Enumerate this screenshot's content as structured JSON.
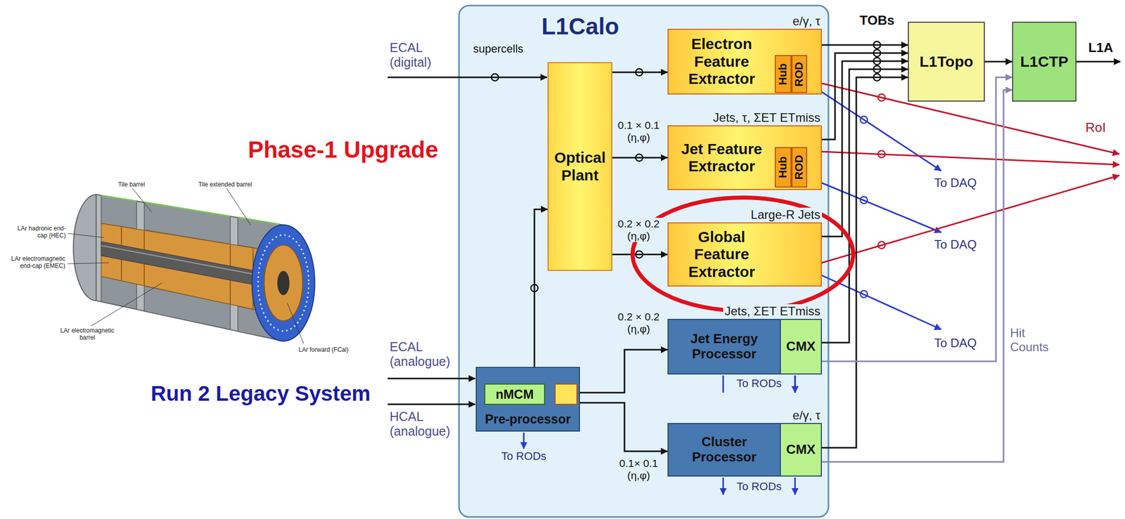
{
  "diagram": {
    "nodes": [
      {
        "text": [
          "L1Calo"
        ]
      },
      {
        "text": [
          "Optical Plant"
        ],
        "in": 0
      },
      {
        "text": [
          "e/γ, τ",
          "Electron Feature Extractor"
        ],
        "in": 0
      },
      {
        "text": [
          "Hub"
        ],
        "in": 2
      },
      {
        "text": [
          "ROD"
        ],
        "in": 2
      },
      {
        "text": [
          "Jets, τ, ΣET ETmiss",
          "Jet Feature Extractor"
        ],
        "in": 0
      },
      {
        "text": [
          "Hub"
        ],
        "in": 5
      },
      {
        "text": [
          "ROD"
        ],
        "in": 5
      },
      {
        "text": [
          "Large-R Jets",
          "Global Feature Extractor"
        ],
        "in": 0
      },
      {
        "text": [
          "Pre-processor"
        ],
        "in": 0
      },
      {
        "text": [
          "nMCM"
        ],
        "in": 9
      },
      {
        "text": [
          "Jets, ΣET ETmiss",
          "Jet Energy Processor"
        ],
        "in": 0
      },
      {
        "text": [
          "CMX"
        ],
        "in": 11
      },
      {
        "text": [
          "e/γ, τ",
          "Cluster Processor"
        ],
        "in": 0
      },
      {
        "text": [
          "CMX"
        ],
        "in": 13
      },
      {
        "text": [
          "L1Topo"
        ]
      },
      {
        "text": [
          "L1CTP"
        ]
      }
    ],
    "edges": [
      {
        "from": 9,
        "to": 1,
        "arrow": "to"
      },
      {
        "from": 1,
        "to": 2,
        "arrow": "to"
      },
      {
        "from": 1,
        "to": 5,
        "arrow": "to"
      },
      {
        "from": 1,
        "to": 8,
        "arrow": "to"
      },
      {
        "from": 9,
        "to": 11,
        "arrow": "to"
      },
      {
        "from": 9,
        "to": 13,
        "arrow": "to"
      },
      {
        "from": 2,
        "to": 15,
        "arrow": "to"
      },
      {
        "from": 5,
        "to": 15,
        "arrow": "to"
      },
      {
        "from": 8,
        "to": 15,
        "arrow": "to"
      },
      {
        "from": 12,
        "to": 15,
        "arrow": "to"
      },
      {
        "from": 14,
        "to": 15,
        "arrow": "to"
      },
      {
        "from": 15,
        "to": 16,
        "arrow": "to"
      },
      {
        "from": 12,
        "to": 16,
        "arrow": "to"
      },
      {
        "from": 14,
        "to": 16,
        "arrow": "to"
      }
    ],
    "labels": [
      "Phase-1 Upgrade",
      "Tile barrel",
      "Tile extended barrel",
      "LAr hadronic end-cap (HEC)",
      "LAr electromagnetic end-cap (EMEC)",
      "LAr electromagnetic barrel",
      "LAr forward (FCal)",
      "Run 2 Legacy System",
      "ECAL (digital)",
      "supercells",
      "0.1 × 0.1 (η,φ)",
      "0.2 × 0.2 (η,φ)",
      "ECAL (analogue)",
      "HCAL (analogue)",
      "0.2 × 0.2 (η,φ)",
      "To RODs",
      "To RODs",
      "0.1× 0.1 (η,φ)",
      "To RODs",
      "TOBs",
      "L1A",
      "To DAQ",
      "RoI",
      "To DAQ",
      "To DAQ",
      "Hit Counts"
    ]
  }
}
